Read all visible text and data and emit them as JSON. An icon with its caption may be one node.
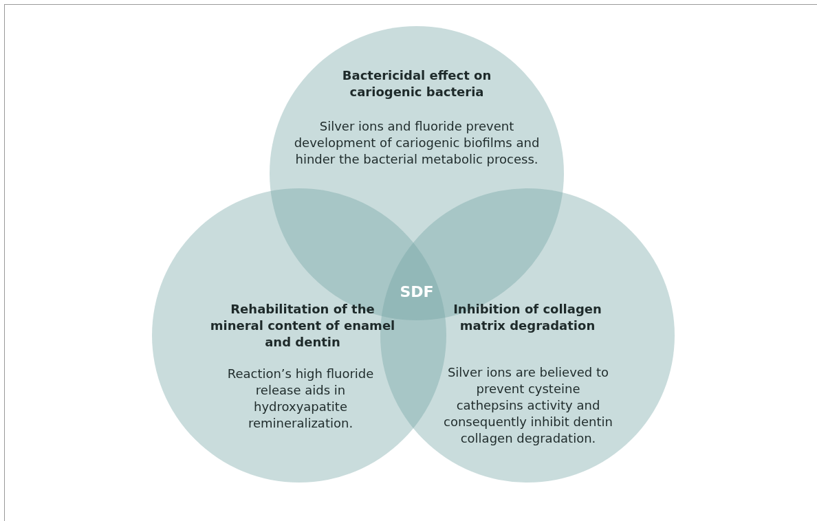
{
  "diagram": {
    "nodes": [
      {
        "text": [
          "Bactericidal effect on cariogenic bacteria",
          "Silver ions and fluoride prevent development of cariogenic biofilms and hinder the bacterial metabolic process."
        ]
      },
      {
        "text": [
          "Rehabilitation of the mineral content of enamel and dentin",
          "Reaction’s high fluoride release aids in hydroxyapatite remineralization."
        ]
      },
      {
        "text": [
          "Inhibition of collagen matrix degradation",
          "Silver ions are believed to prevent cysteine cathepsins activity and consequently inhibit dentin collagen degradation."
        ]
      }
    ],
    "labels": [
      "SDF"
    ]
  }
}
